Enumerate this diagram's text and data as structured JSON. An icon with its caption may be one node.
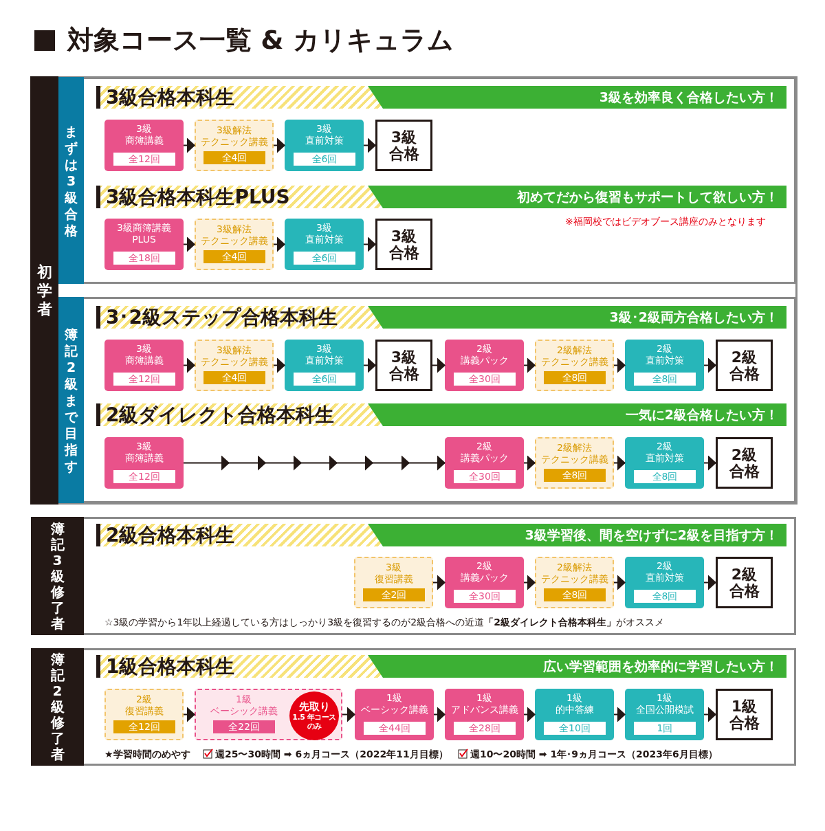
{
  "diagram": {
    "title": "対象コース一覧 & カリキュラム",
    "nodes": [
      {
        "text": [
          "初学者"
        ]
      },
      {
        "text": [
          "まずは3級合格"
        ],
        "in": 0
      },
      {
        "text": [
          "3級合格本科生",
          "3級を効率良く合格したい方！"
        ],
        "in": 1
      },
      {
        "text": [
          "3級商簿講義",
          "全12回"
        ],
        "in": 1
      },
      {
        "text": [
          "3級解法テクニック講義",
          "全4回"
        ],
        "in": 1
      },
      {
        "text": [
          "3級直前対策",
          "全6回"
        ],
        "in": 1
      },
      {
        "text": [
          "3級合格"
        ],
        "in": 1
      },
      {
        "text": [
          "3級合格本科生PLUS",
          "初めてだから復習もサポートして欲しい方！"
        ],
        "in": 1
      },
      {
        "text": [
          "3級商簿講義PLUS",
          "全18回"
        ],
        "in": 1
      },
      {
        "text": [
          "3級解法テクニック講義",
          "全4回"
        ],
        "in": 1
      },
      {
        "text": [
          "3級直前対策",
          "全6回"
        ],
        "in": 1
      },
      {
        "text": [
          "3級合格"
        ],
        "in": 1
      },
      {
        "text": [
          "簿記2級まで目指す"
        ],
        "in": 0
      },
      {
        "text": [
          "3･2級ステップ合格本科生",
          "3級･2級両方合格したい方！"
        ],
        "in": 12
      },
      {
        "text": [
          "3級商簿講義",
          "全12回"
        ],
        "in": 12
      },
      {
        "text": [
          "3級解法テクニック講義",
          "全4回"
        ],
        "in": 12
      },
      {
        "text": [
          "3級直前対策",
          "全6回"
        ],
        "in": 12
      },
      {
        "text": [
          "3級合格"
        ],
        "in": 12
      },
      {
        "text": [
          "2級講義パック",
          "全30回"
        ],
        "in": 12
      },
      {
        "text": [
          "2級解法テクニック講義",
          "全8回"
        ],
        "in": 12
      },
      {
        "text": [
          "2級直前対策",
          "全8回"
        ],
        "in": 12
      },
      {
        "text": [
          "2級合格"
        ],
        "in": 12
      },
      {
        "text": [
          "2級ダイレクト合格本科生",
          "一気に2級合格したい方！"
        ],
        "in": 12
      },
      {
        "text": [
          "3級商簿講義",
          "全12回"
        ],
        "in": 12
      },
      {
        "text": [
          "2級講義パック",
          "全30回"
        ],
        "in": 12
      },
      {
        "text": [
          "2級解法テクニック講義",
          "全8回"
        ],
        "in": 12
      },
      {
        "text": [
          "2級直前対策",
          "全8回"
        ],
        "in": 12
      },
      {
        "text": [
          "2級合格"
        ],
        "in": 12
      },
      {
        "text": [
          "簿記3級修了者"
        ]
      },
      {
        "text": [
          "2級合格本科生",
          "3級学習後、間を空けずに2級を目指す方！"
        ],
        "in": 28
      },
      {
        "text": [
          "3級復習講義",
          "全2回"
        ],
        "in": 28
      },
      {
        "text": [
          "2級講義パック",
          "全30回"
        ],
        "in": 28
      },
      {
        "text": [
          "2級解法テクニック講義",
          "全8回"
        ],
        "in": 28
      },
      {
        "text": [
          "2級直前対策",
          "全8回"
        ],
        "in": 28
      },
      {
        "text": [
          "2級合格"
        ],
        "in": 28
      },
      {
        "text": [
          "簿記2級修了者"
        ]
      },
      {
        "text": [
          "1級合格本科生",
          "広い学習範囲を効率的に学習したい方！"
        ],
        "in": 35
      },
      {
        "text": [
          "2級復習講義",
          "全12回"
        ],
        "in": 35
      },
      {
        "text": [
          "1級ベーシック講義",
          "全22回"
        ],
        "in": 35
      },
      {
        "text": [
          "先取り",
          "1.5 年コースのみ"
        ],
        "in": 38
      },
      {
        "text": [
          "1級ベーシック講義",
          "全44回"
        ],
        "in": 35
      },
      {
        "text": [
          "1級アドバンス講義",
          "全28回"
        ],
        "in": 35
      },
      {
        "text": [
          "1級的中答練",
          "全10回"
        ],
        "in": 35
      },
      {
        "text": [
          "1級全国公開模試",
          "1回"
        ],
        "in": 35
      },
      {
        "text": [
          "1級合格"
        ],
        "in": 35
      }
    ],
    "edges": [
      {
        "from": 3,
        "to": 4,
        "arrow": "to"
      },
      {
        "from": 4,
        "to": 5,
        "arrow": "to"
      },
      {
        "from": 5,
        "to": 6,
        "arrow": "to"
      },
      {
        "from": 8,
        "to": 9,
        "arrow": "to"
      },
      {
        "from": 9,
        "to": 10,
        "arrow": "to"
      },
      {
        "from": 10,
        "to": 11,
        "arrow": "to"
      },
      {
        "from": 14,
        "to": 15,
        "arrow": "to"
      },
      {
        "from": 15,
        "to": 16,
        "arrow": "to"
      },
      {
        "from": 16,
        "to": 17,
        "arrow": "to"
      },
      {
        "from": 17,
        "to": 18,
        "arrow": "to"
      },
      {
        "from": 18,
        "to": 19,
        "arrow": "to"
      },
      {
        "from": 19,
        "to": 20,
        "arrow": "to"
      },
      {
        "from": 20,
        "to": 21,
        "arrow": "to"
      },
      {
        "from": 23,
        "to": 24,
        "arrow": "to"
      },
      {
        "from": 24,
        "to": 25,
        "arrow": "to"
      },
      {
        "from": 25,
        "to": 26,
        "arrow": "to"
      },
      {
        "from": 26,
        "to": 27,
        "arrow": "to"
      },
      {
        "from": 30,
        "to": 31,
        "arrow": "to"
      },
      {
        "from": 31,
        "to": 32,
        "arrow": "to"
      },
      {
        "from": 32,
        "to": 33,
        "arrow": "to"
      },
      {
        "from": 33,
        "to": 34,
        "arrow": "to"
      },
      {
        "from": 37,
        "to": 38,
        "arrow": "to"
      },
      {
        "from": 38,
        "to": 40,
        "arrow": "to"
      },
      {
        "from": 40,
        "to": 41,
        "arrow": "to"
      },
      {
        "from": 41,
        "to": 42,
        "arrow": "to"
      },
      {
        "from": 42,
        "to": 43,
        "arrow": "to"
      },
      {
        "from": 43,
        "to": 44,
        "arrow": "to"
      }
    ],
    "labels": [
      "※福岡校ではビデオブース講座のみとなります",
      "☆3級の学習から1年以上経過している方はしっかり3級を復習するのが2級合格への近道**「2級ダイレクト合格本科生」**がオススメ",
      "★学習時間のめやす",
      "週25〜30時間 ➡ 6ヵ月コース（2022年11月目標）",
      "週10〜20時間 ➡ 1年･9ヵ月コース（2023年6月目標）"
    ]
  }
}
